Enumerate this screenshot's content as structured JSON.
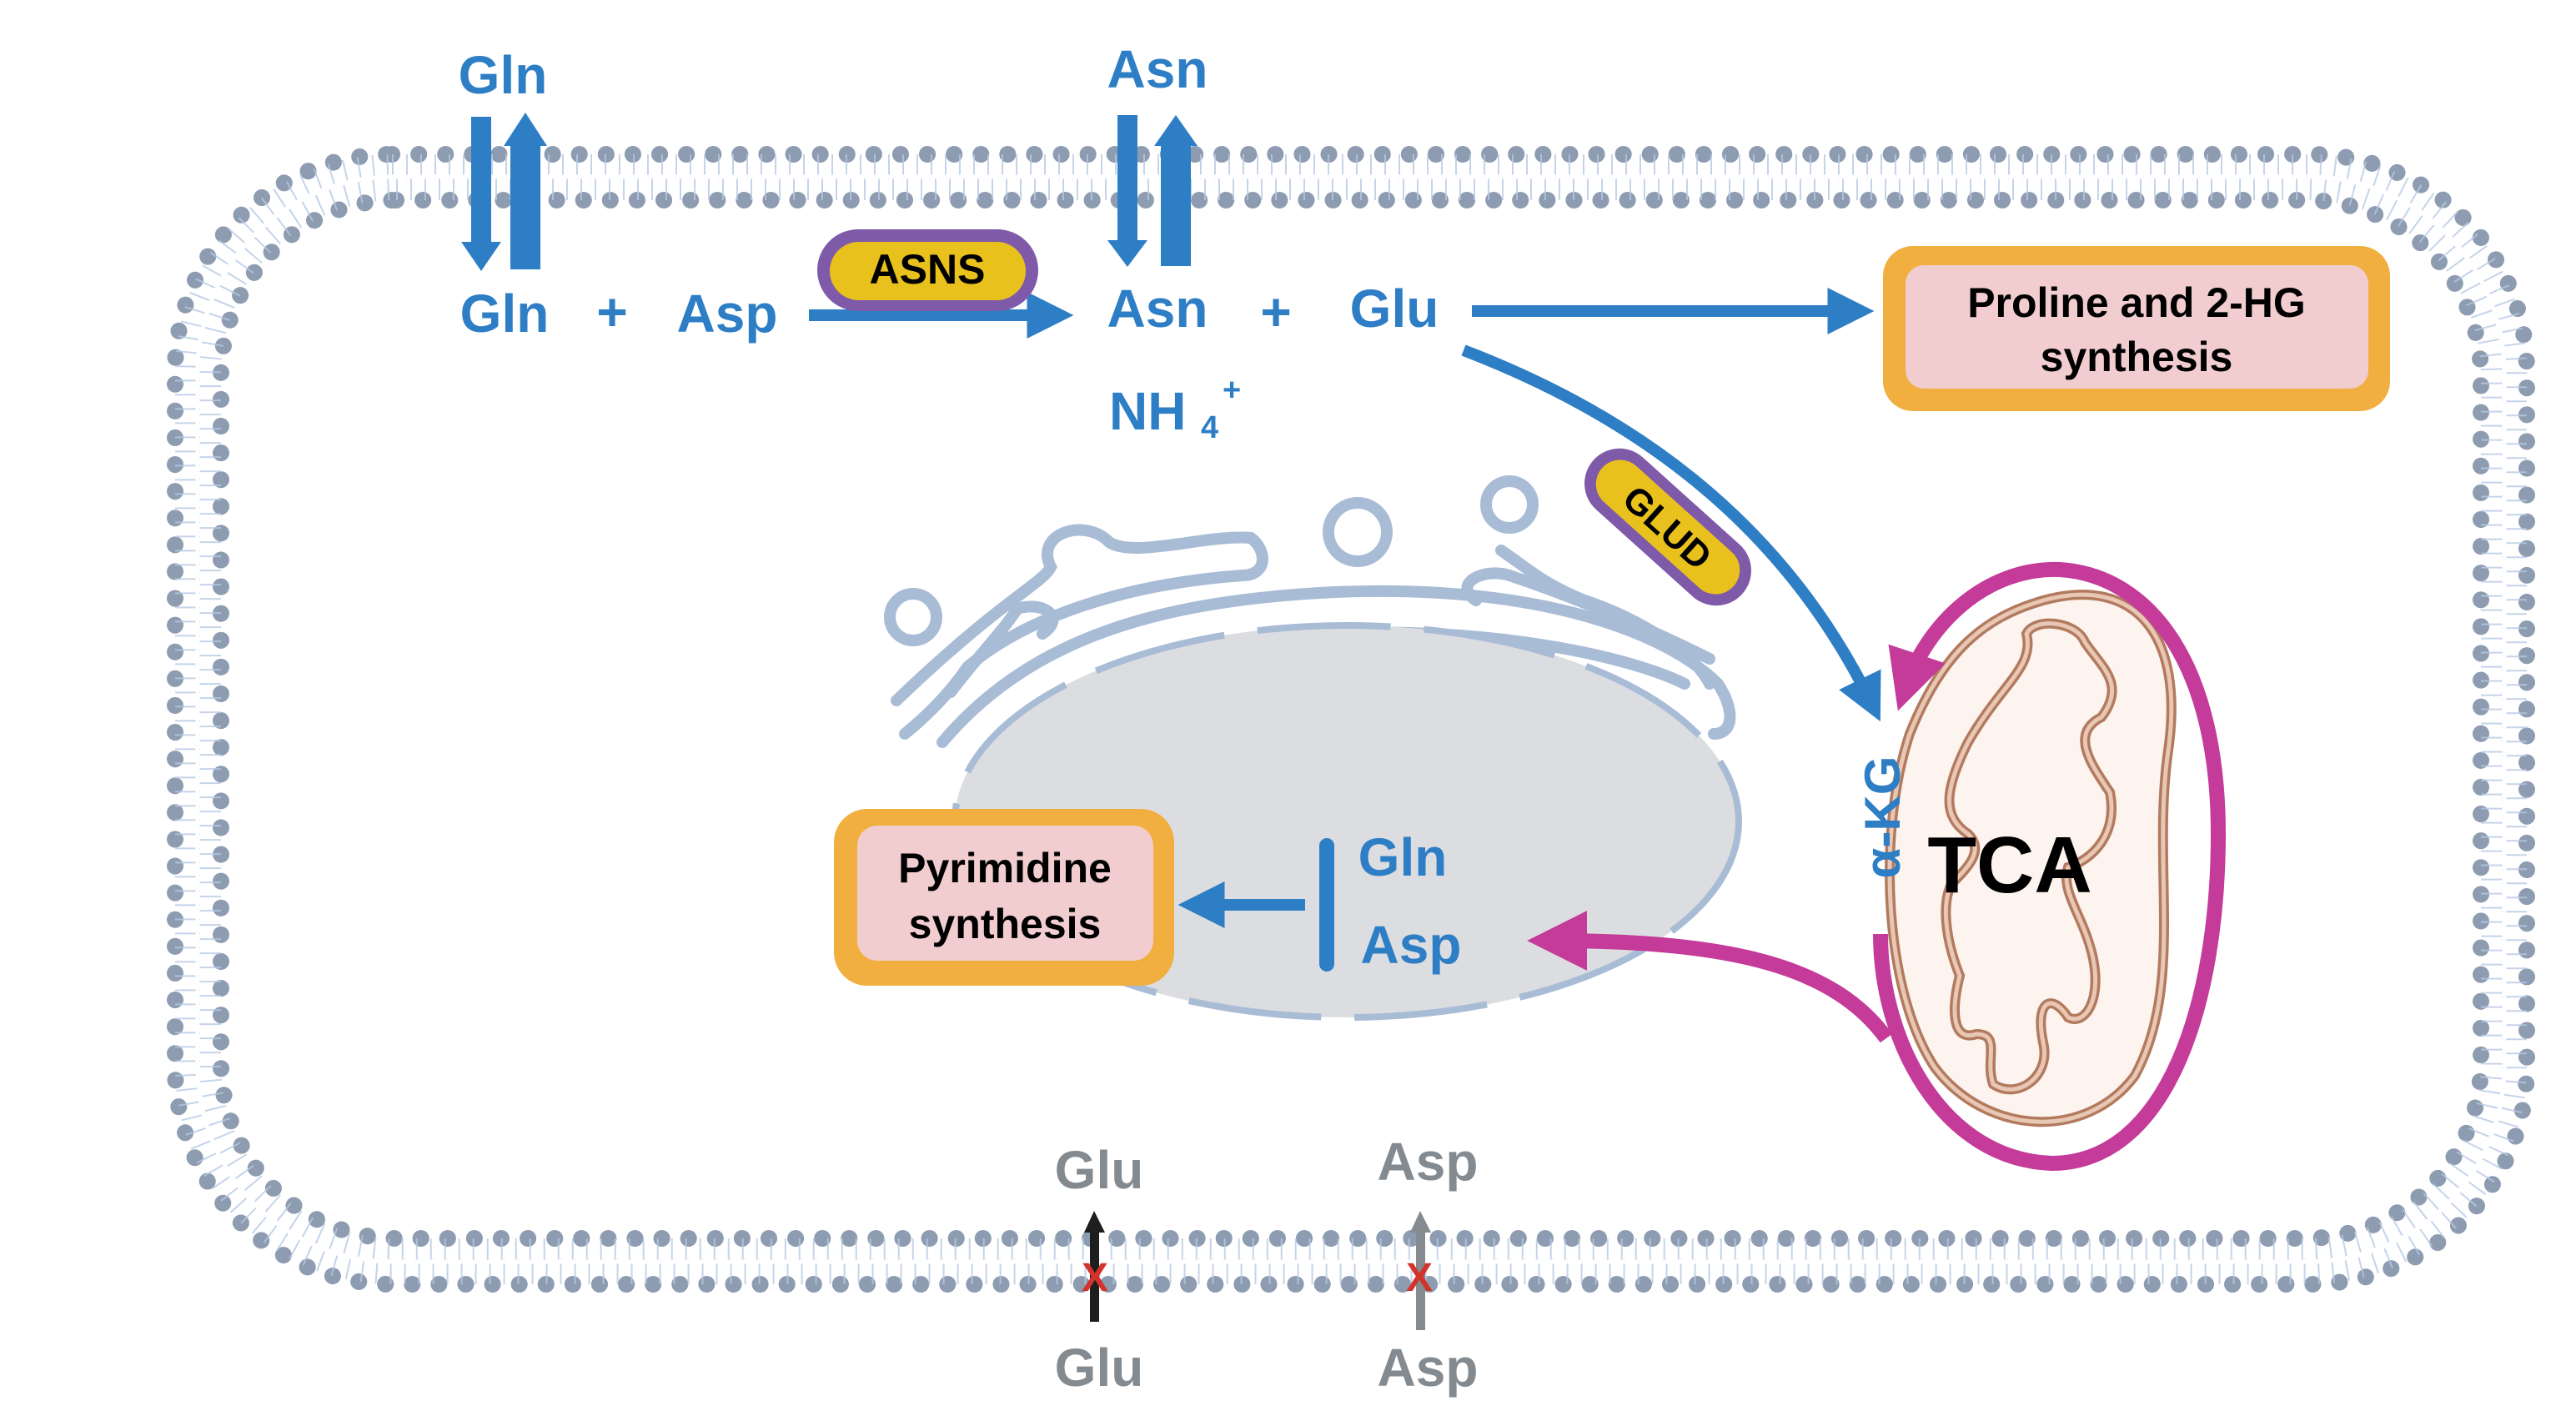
{
  "title": "Glutamine / asparagine metabolism in the cell",
  "colors": {
    "pathway_blue": "#2e7ec6",
    "tca_magenta": "#c43b9a",
    "enzyme_fill": "#e9c11d",
    "enzyme_border": "#7f5aa9",
    "outcome_border": "#f0af3f",
    "outcome_fill": "#f1cdd0",
    "blocked_gray": "#838a90",
    "block_red": "#d2342b",
    "membrane_head": "#8e9cb1",
    "membrane_tail": "#b7c9e4",
    "nucleus_fill": "#dcdde0",
    "er_stroke": "#a9bcd6",
    "mito_fill": "#fdf3ef",
    "mito_stroke": "#b27a5e"
  },
  "membrane_transport": {
    "gln_outside": "Gln",
    "asn_outside": "Asn",
    "glu_outside_blocked": "Glu",
    "glu_inside_blocked": "Glu",
    "asp_outside_blocked": "Asp",
    "asp_inside_blocked": "Asp",
    "block_mark": "X"
  },
  "reaction": {
    "substrate1": "Gln",
    "plus1": "+",
    "substrate2": "Asp",
    "enzyme": "ASNS",
    "product1": "Asn",
    "plus2": "+",
    "product2": "Glu",
    "byproduct": "NH",
    "byproduct_sub": "4",
    "byproduct_sup": "+"
  },
  "glud_branch": {
    "enzyme": "GLUD",
    "product": "α-KG"
  },
  "mitochondrion": {
    "label": "TCA"
  },
  "nucleus": {
    "gln": "Gln",
    "asp": "Asp"
  },
  "outcomes": {
    "proline_line1": "Proline and 2-HG",
    "proline_line2": "synthesis",
    "pyrimidine_line1": "Pyrimidine",
    "pyrimidine_line2": "synthesis"
  }
}
